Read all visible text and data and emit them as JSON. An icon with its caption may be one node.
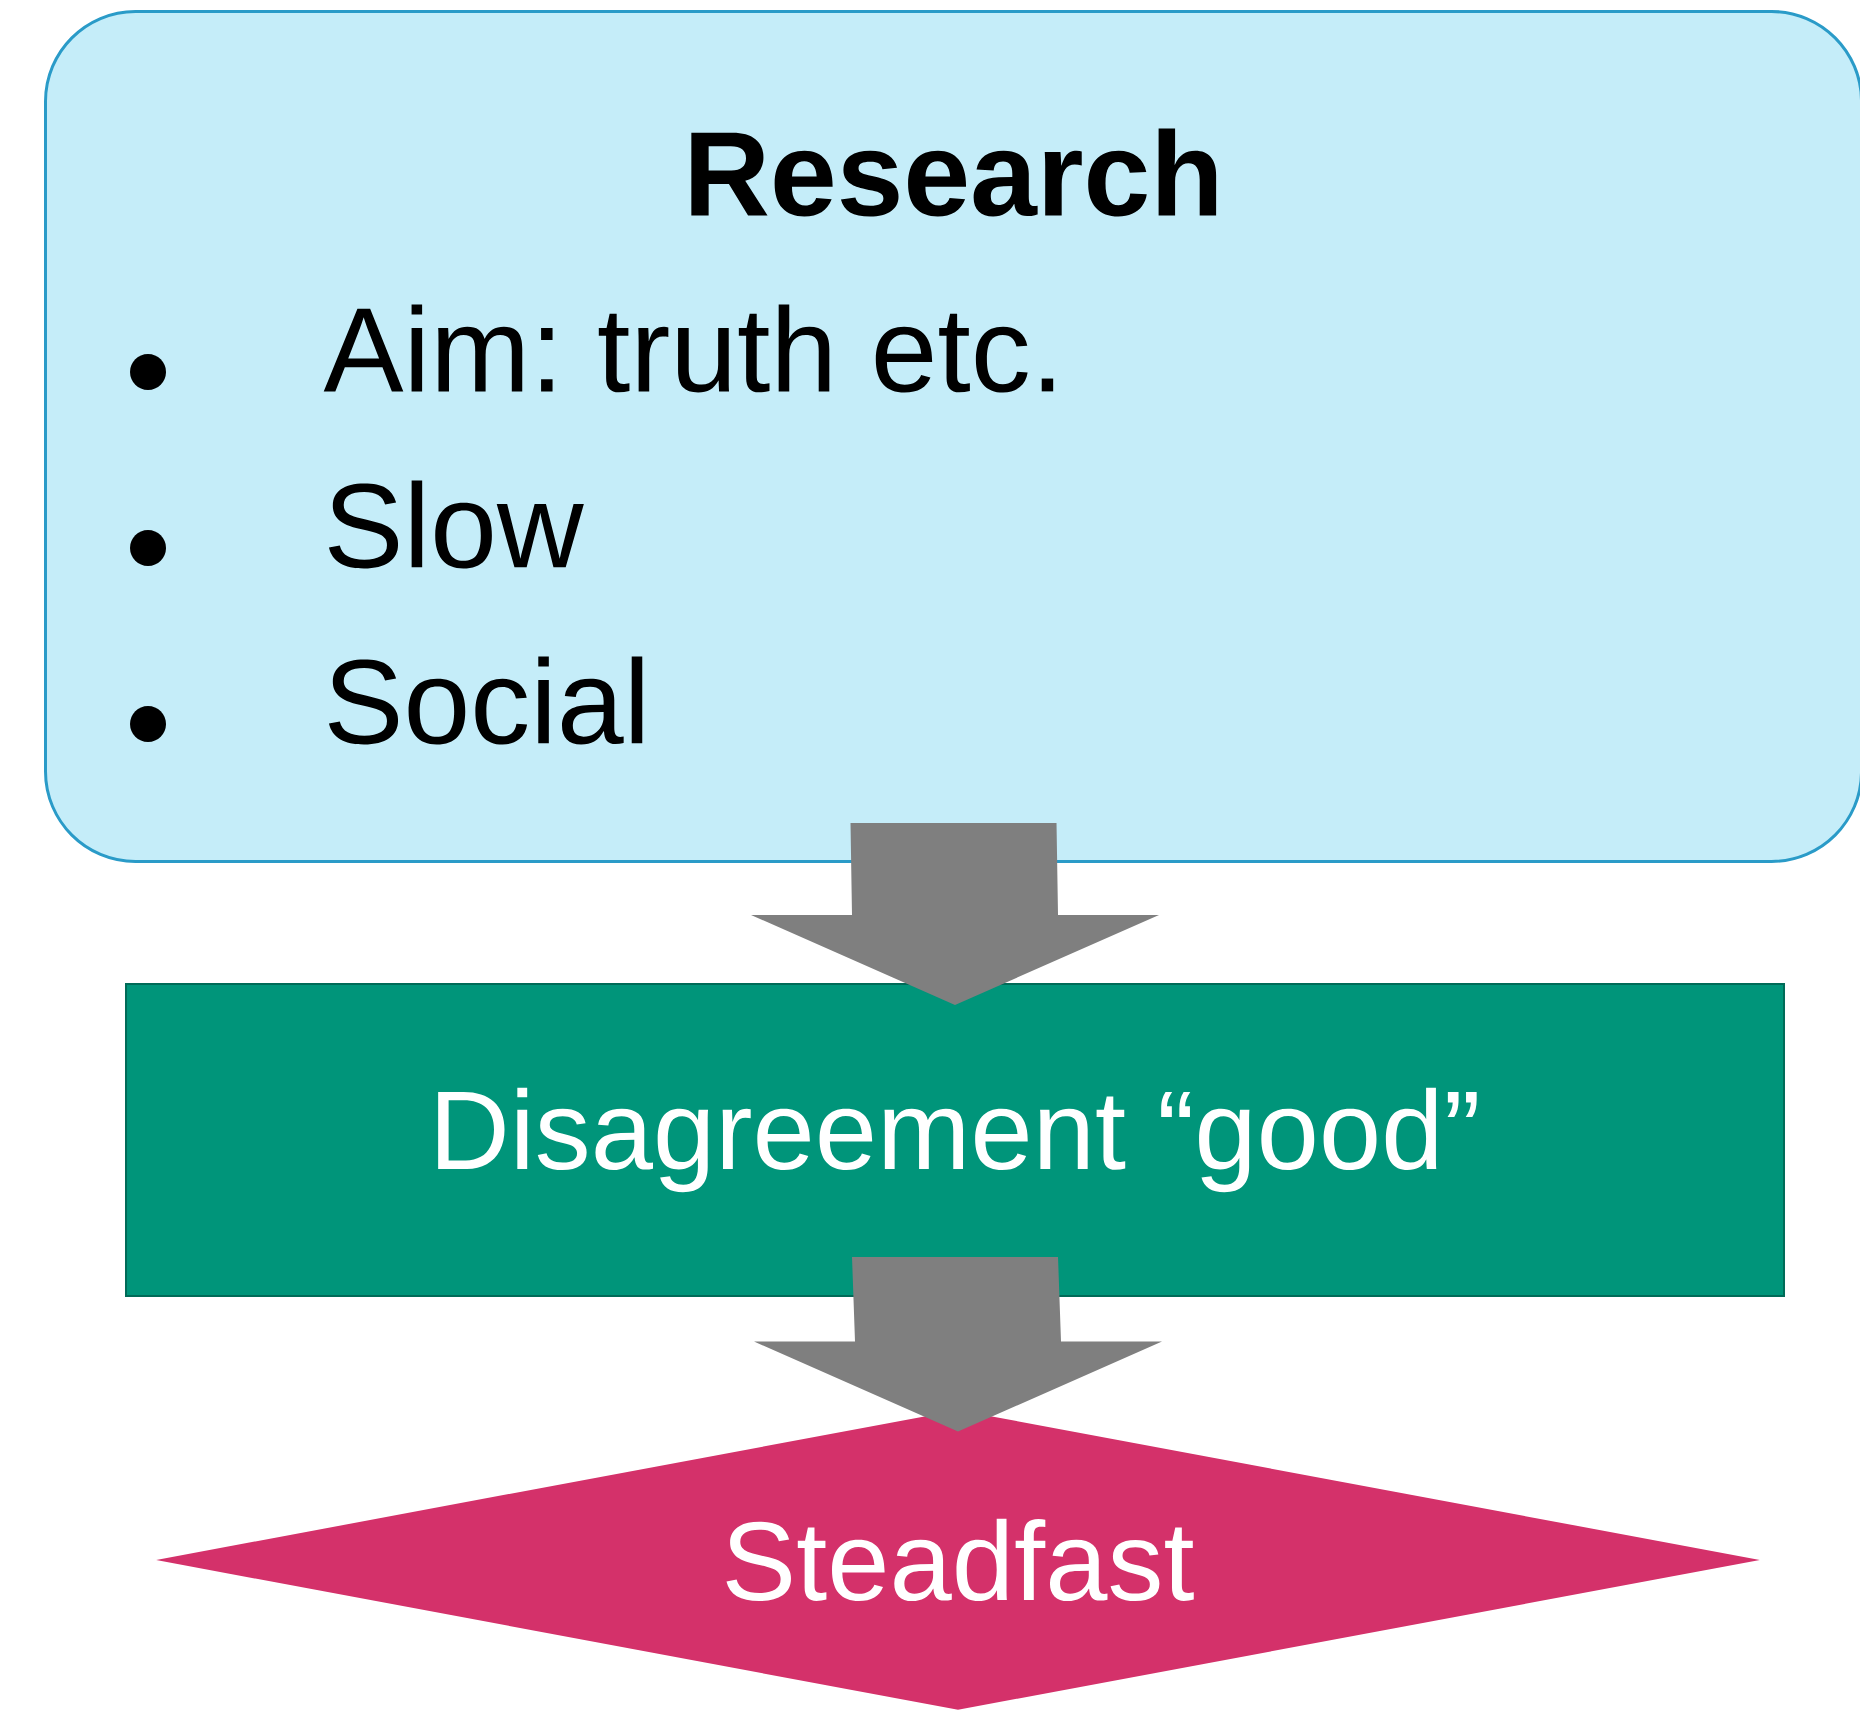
{
  "diagram": {
    "nodes": [
      {
        "text": [
          "Research",
          "Aim: truth etc.",
          "Slow",
          "Social"
        ]
      },
      {
        "text": [
          "Disagreement “good”"
        ]
      },
      {
        "text": [
          "Steadfast"
        ]
      }
    ],
    "edges": [
      {
        "from": 0,
        "to": 1,
        "arrow": "to"
      },
      {
        "from": 1,
        "to": 2,
        "arrow": "to"
      }
    ]
  }
}
